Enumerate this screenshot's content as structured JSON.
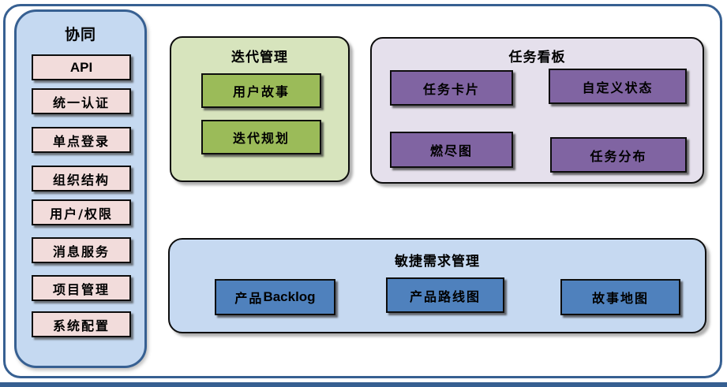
{
  "canvas": {
    "background": "#ffffff",
    "frame_border_color": "#376092",
    "bottom_bar_color": "#365f91"
  },
  "sidebar": {
    "title": "协同",
    "bg_color": "#c5d9f1",
    "border_color": "#376092",
    "item_bg_color": "#f2dcdb",
    "items": [
      {
        "label": "API"
      },
      {
        "label": "统一认证"
      },
      {
        "label": "单点登录"
      },
      {
        "label": "组织结构"
      },
      {
        "label": "用户/权限"
      },
      {
        "label": "消息服务"
      },
      {
        "label": "项目管理"
      },
      {
        "label": "系统配置"
      }
    ]
  },
  "panels": {
    "iteration": {
      "title": "迭代管理",
      "bg_color": "#d7e4bd",
      "item_bg_color": "#9bbb59",
      "items": [
        {
          "label": "用户故事"
        },
        {
          "label": "迭代规划"
        }
      ]
    },
    "taskboard": {
      "title": "任务看板",
      "bg_color": "#e5e0ec",
      "item_bg_color": "#8064a2",
      "items": [
        {
          "label": "任务卡片"
        },
        {
          "label": "自定义状态"
        },
        {
          "label": "燃尽图"
        },
        {
          "label": "任务分布"
        }
      ]
    },
    "requirements": {
      "title": "敏捷需求管理",
      "bg_color": "#c6d9f1",
      "item_bg_color": "#4f81bd",
      "items": [
        {
          "label_cjk": "产品",
          "label_latin": "Backlog"
        },
        {
          "label": "产品路线图"
        },
        {
          "label": "故事地图"
        }
      ]
    }
  }
}
